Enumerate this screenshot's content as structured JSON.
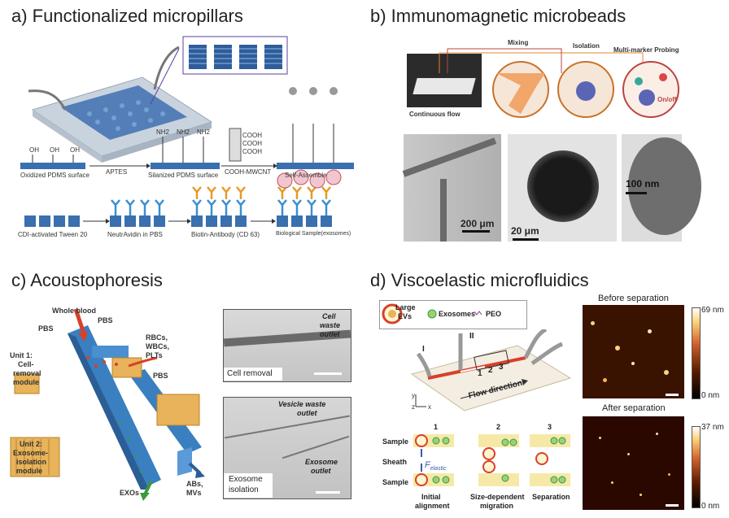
{
  "panels": {
    "a": {
      "title": "a) Functionalized micropillars",
      "labels": {
        "oxidized": "Oxidized PDMS surface",
        "aptes": "APTES",
        "silanized": "Silanized PDMS surface",
        "mwcnt": "COOH-MWCNT",
        "self_assemble": "Self-Assemble",
        "cdi": "CDI-activated Tween 20",
        "neutravidin": "NeutrAvidin in PBS",
        "biotin": "Biotin-Antibody (CD 63)",
        "biological": "Biological Sample(exosomes)",
        "oh": "OH",
        "nh2": "NH2",
        "cooh": "COOH"
      }
    },
    "b": {
      "title": "b) Immunomagnetic microbeads",
      "labels": {
        "mixing": "Mixing",
        "isolation": "Isolation",
        "probing": "Multi-marker Probing",
        "continuous": "Continuous flow",
        "onoff": "On/off",
        "scale1": "200 μm",
        "scale2": "20 μm",
        "scale3": "100 nm"
      }
    },
    "c": {
      "title": "c) Acoustophoresis",
      "labels": {
        "whole_blood": "Whole blood",
        "pbs1": "PBS",
        "pbs2": "PBS",
        "pbs3": "PBS",
        "rbcs": "RBCs,",
        "wbcs": "WBCs,",
        "plts": "PLTs",
        "unit1_a": "Unit 1:",
        "unit1_b": "Cell-",
        "unit1_c": "removal",
        "unit1_d": "module",
        "unit2_a": "Unit 2:",
        "unit2_b": "Exosome-",
        "unit2_c": "isolation",
        "unit2_d": "module",
        "exos": "EXOs",
        "abs": "ABs,",
        "mvs": "MVs",
        "cell_waste_a": "Cell",
        "cell_waste_b": "waste",
        "cell_waste_c": "outlet",
        "cell_removal": "Cell removal",
        "vesicle_waste_a": "Vesicle waste",
        "vesicle_waste_b": "outlet",
        "exosome_outlet_a": "Exosome",
        "exosome_outlet_b": "outlet",
        "exosome_isolation_a": "Exosome",
        "exosome_isolation_b": "isolation"
      }
    },
    "d": {
      "title": "d) Viscoelastic microfluidics",
      "labels": {
        "large_evs_a": "Large",
        "large_evs_b": "EVs",
        "exosomes": "Exosomes",
        "peo": "PEO",
        "inlet1": "I",
        "inlet2": "II",
        "n1": "1",
        "n2": "2",
        "n3": "3",
        "flow": "Flow direction",
        "x": "x",
        "y": "y",
        "z": "z",
        "sample1": "Sample",
        "sheath": "Sheath",
        "sample2": "Sample",
        "felastic": "F",
        "felastic_sub": "elastic",
        "step1": "1",
        "step2": "2",
        "step3": "3",
        "initial_a": "Initial",
        "initial_b": "alignment",
        "size_a": "Size-dependent",
        "size_b": "migration",
        "separation": "Separation",
        "before": "Before separation",
        "after": "After separation",
        "top_max": "69 nm",
        "top_min": "0 nm",
        "bot_max": "37 nm",
        "bot_min": "0 nm"
      }
    }
  },
  "colors": {
    "channel_blue": "#3a6fb0",
    "pillar_blue": "#2f5d9a",
    "antibody_blue": "#3a8fd0",
    "biotin_orange": "#e89a2a",
    "arrow_red": "#d8402a",
    "exo_green": "#3a9a3a",
    "afm_dark": "#2a0c00",
    "afm_bright": "#ffd27a"
  }
}
